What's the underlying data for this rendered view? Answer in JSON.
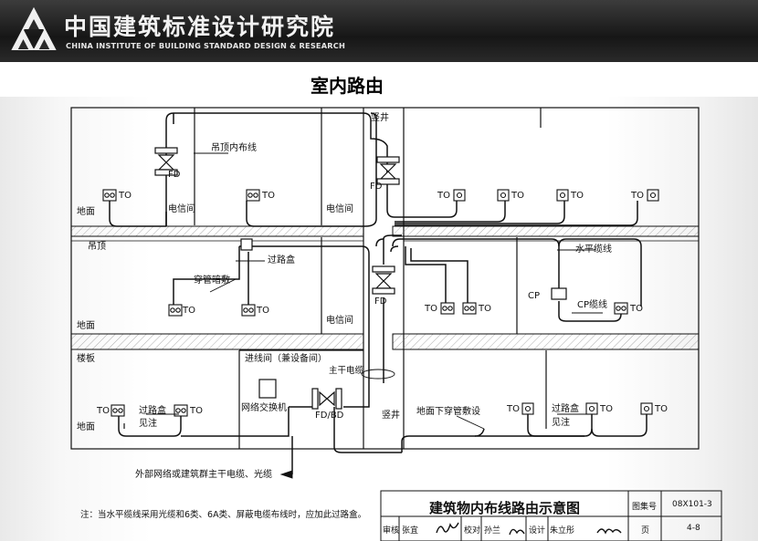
{
  "header": {
    "org_name_cn": "中国建筑标准设计研究院",
    "org_name_en": "CHINA INSTITUTE OF BUILDING STANDARD DESIGN & RESEARCH"
  },
  "slide_title": "室内路由",
  "diagram": {
    "shaft": "竖井",
    "ceiling_cabling": "吊顶内布线",
    "fd": "FD",
    "to": "TO",
    "floor": "地面",
    "telecom_room": "电信间",
    "suspended_ceiling": "吊顶",
    "pull_box": "过路盒",
    "concealed_conduit": "穿管暗敷",
    "horizontal_cable": "水平缆线",
    "cp": "CP",
    "cp_cable": "CP缆线",
    "floor_slab": "楼板",
    "incoming_room": "进线间（兼设备间）",
    "backbone_cable": "主干电缆",
    "network_switch": "网络交换机",
    "fd_bd": "FD/BD",
    "see_note": "见注",
    "underfloor_conduit": "地面下穿管敷设",
    "external_cable": "外部网络或建筑群主干电缆、光缆"
  },
  "note": "注：当水平缆线采用光缆和6类、6A类、屏蔽电缆布线时，应加此过路盒。",
  "title_block": {
    "title": "建筑物内布线路由示意图",
    "atlas_label": "图集号",
    "atlas_no": "08X101-3",
    "review_label": "审核",
    "review_name": "张宜",
    "check_label": "校对",
    "check_name": "孙兰",
    "design_label": "设计",
    "design_name": "朱立彤",
    "page_label": "页",
    "page_no": "4-8"
  }
}
